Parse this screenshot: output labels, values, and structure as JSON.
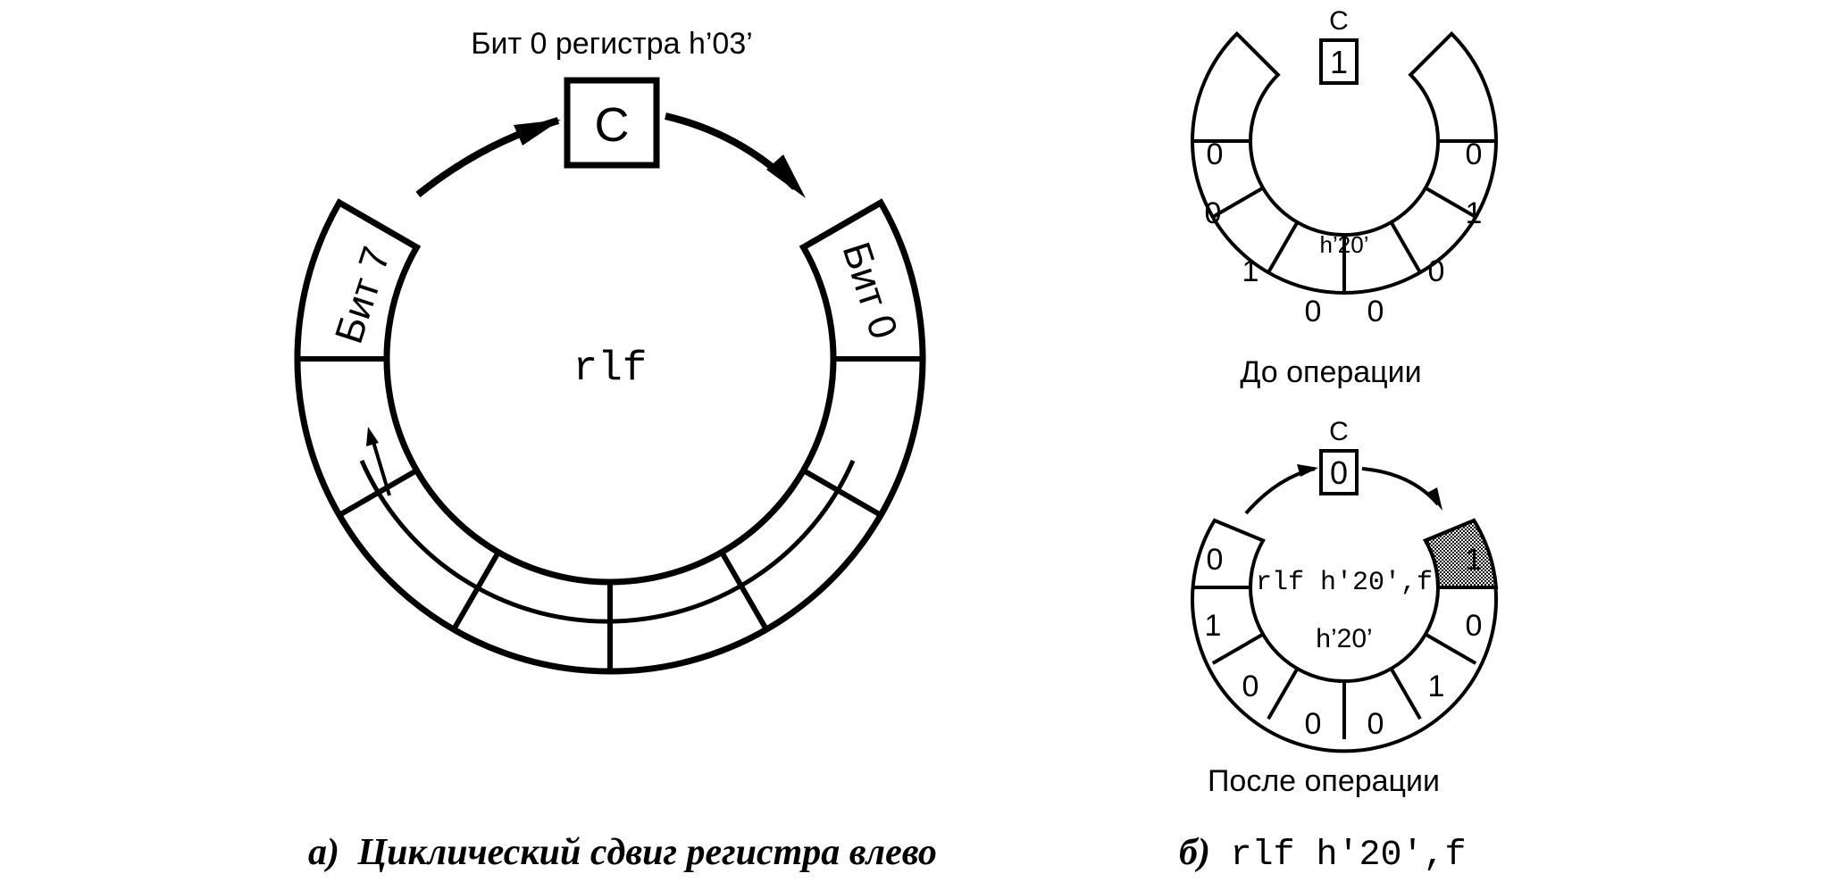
{
  "panel_a": {
    "carry_caption": "Бит 0 регистра h’03’",
    "carry_label": "C",
    "bit7_label": "Бит 7",
    "bit0_label": "Бит 0",
    "center_label": "rlf",
    "caption_letter": "а)",
    "caption_text": "Циклический сдвиг регистра влево"
  },
  "panel_b": {
    "before": {
      "carry_label": "C",
      "carry_value": "1",
      "register_label": "h’20’",
      "bits_left": [
        "0",
        "0",
        "1"
      ],
      "bits_bottom": [
        "0",
        "0"
      ],
      "bits_right": [
        "0",
        "1",
        "0"
      ],
      "caption": "До операции"
    },
    "after": {
      "carry_label": "C",
      "carry_value": "0",
      "instruction": "rlf h'20',f",
      "register_label": "h’20’",
      "bits_left": [
        "0",
        "1",
        "0"
      ],
      "bits_bottom": [
        "0",
        "0"
      ],
      "bits_right": [
        "1",
        "0",
        "1"
      ],
      "caption": "После операции"
    },
    "caption_letter": "б)",
    "caption_code": "rlf h'20',f"
  },
  "colors": {
    "ink": "#000000",
    "shaded_cell": "#9a9a9a"
  }
}
